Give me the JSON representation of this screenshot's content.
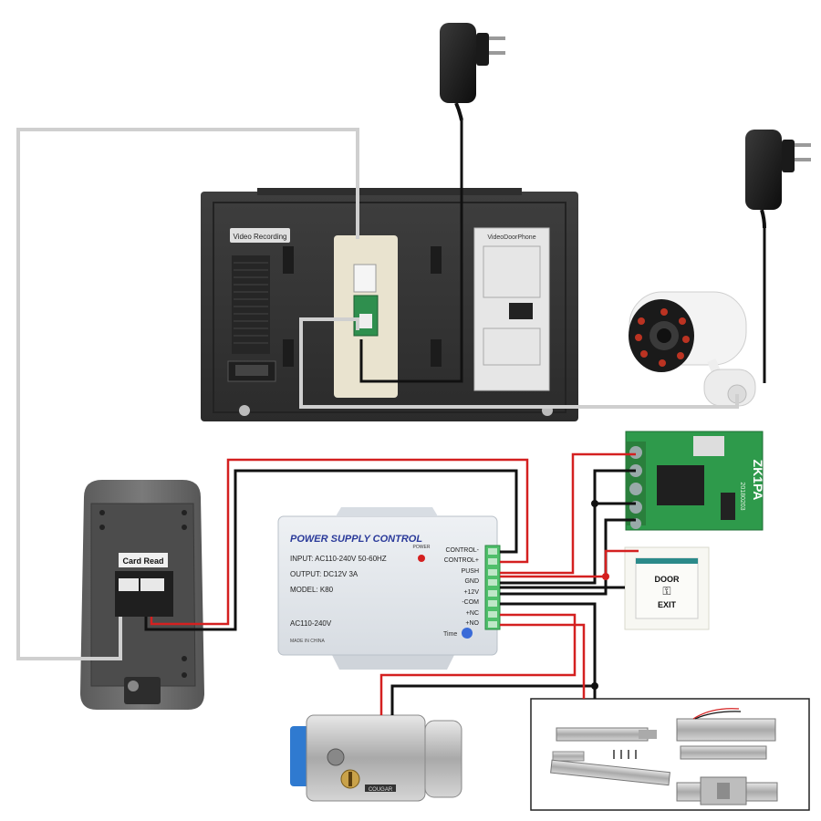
{
  "monitor": {
    "label_video_recording": "Video Recording",
    "label_brand": "VideoDoorPhone"
  },
  "door_station": {
    "card_label": "Card Read"
  },
  "power_supply": {
    "title": "POWER SUPPLY CONTROL",
    "input": "INPUT: AC110-240V  50-60HZ",
    "output": "OUTPUT: DC12V  3A",
    "model": "MODEL: K80",
    "power_led_label": "POWER",
    "ac_label": "AC110-240V",
    "made_in": "MADE IN CHINA",
    "time_label": "Time",
    "terminals": [
      "CONTROL-",
      "CONTROL+",
      "PUSH",
      "GND",
      "+12V",
      "-COM",
      "+NC",
      "+NO"
    ]
  },
  "relay_board": {
    "label": "ZK1PA",
    "sublabel": "20180203"
  },
  "exit_button": {
    "line1": "DOOR",
    "line2": "EXIT"
  },
  "lock": {
    "brand": "COUGAR"
  },
  "colors": {
    "wire_red": "#d42020",
    "wire_black": "#111111",
    "wire_grey": "#cfcfcf"
  }
}
